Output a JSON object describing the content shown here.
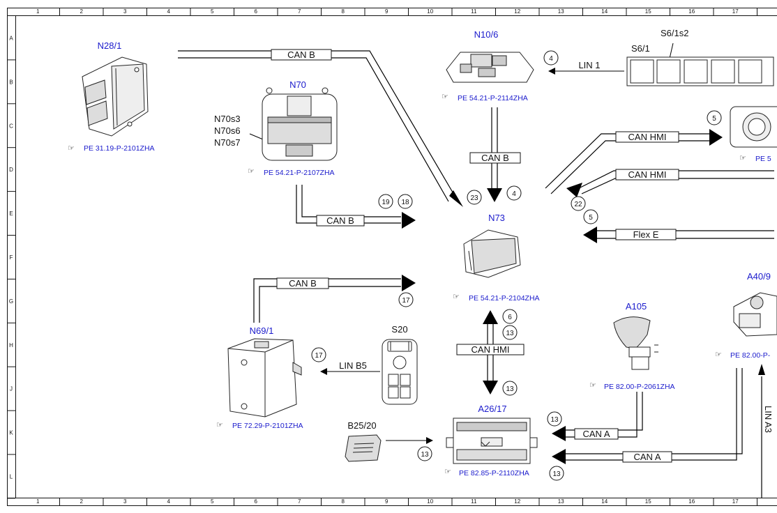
{
  "grid": {
    "columns": [
      "1",
      "2",
      "3",
      "4",
      "5",
      "6",
      "7",
      "8",
      "9",
      "10",
      "11",
      "12",
      "13",
      "14",
      "15",
      "16",
      "17"
    ],
    "rows": [
      "A",
      "B",
      "C",
      "D",
      "E",
      "F",
      "G",
      "H",
      "J",
      "K",
      "L"
    ]
  },
  "components": {
    "N28_1": {
      "name": "N28/1",
      "ref": "PE 31.19-P-2101ZHA"
    },
    "N70": {
      "name": "N70",
      "ref": "PE 54.21-P-2107ZHA",
      "switches": [
        "N70s3",
        "N70s6",
        "N70s7"
      ]
    },
    "N10_6": {
      "name": "N10/6",
      "ref": "PE 54.21-P-2114ZHA"
    },
    "S6_1": {
      "name": "S6/1",
      "sub": "S6/1s2"
    },
    "N73": {
      "name": "N73",
      "ref": "PE 54.21-P-2104ZHA"
    },
    "C_partial": {
      "ref": "PE 5"
    },
    "A40_9": {
      "name": "A40/9",
      "ref": "PE 82.00-P-"
    },
    "A105": {
      "name": "A105",
      "ref": "PE 82.00-P-2061ZHA"
    },
    "N69_1": {
      "name": "N69/1",
      "ref": "PE 72.29-P-2101ZHA"
    },
    "S20": {
      "name": "S20"
    },
    "B25_20": {
      "name": "B25/20"
    },
    "A26_17": {
      "name": "A26/17",
      "ref": "PE 82.85-P-2110ZHA"
    }
  },
  "buses": {
    "canb_top": "CAN B",
    "lin1": "LIN 1",
    "canb_n10": "CAN B",
    "canhmi_top": "CAN HMI",
    "canhmi_mid": "CAN HMI",
    "canb_n70": "CAN B",
    "flexe": "Flex E",
    "canb_n69": "CAN B",
    "linb5": "LIN B5",
    "canhmi_vertical": "CAN HMI",
    "cana_1": "CAN A",
    "cana_2": "CAN A",
    "lina3": "LIN A3"
  },
  "markers": {
    "m4_lin": "4",
    "m5_top": "5",
    "m4_n10": "4",
    "m23": "23",
    "m22": "22",
    "m19": "19",
    "m18": "18",
    "m5_flex": "5",
    "m17_g": "17",
    "m6": "6",
    "m13_upper": "13",
    "m17_lin": "17",
    "m13_lower": "13",
    "m13_k": "13",
    "m13_b25": "13",
    "m13_l": "13"
  }
}
